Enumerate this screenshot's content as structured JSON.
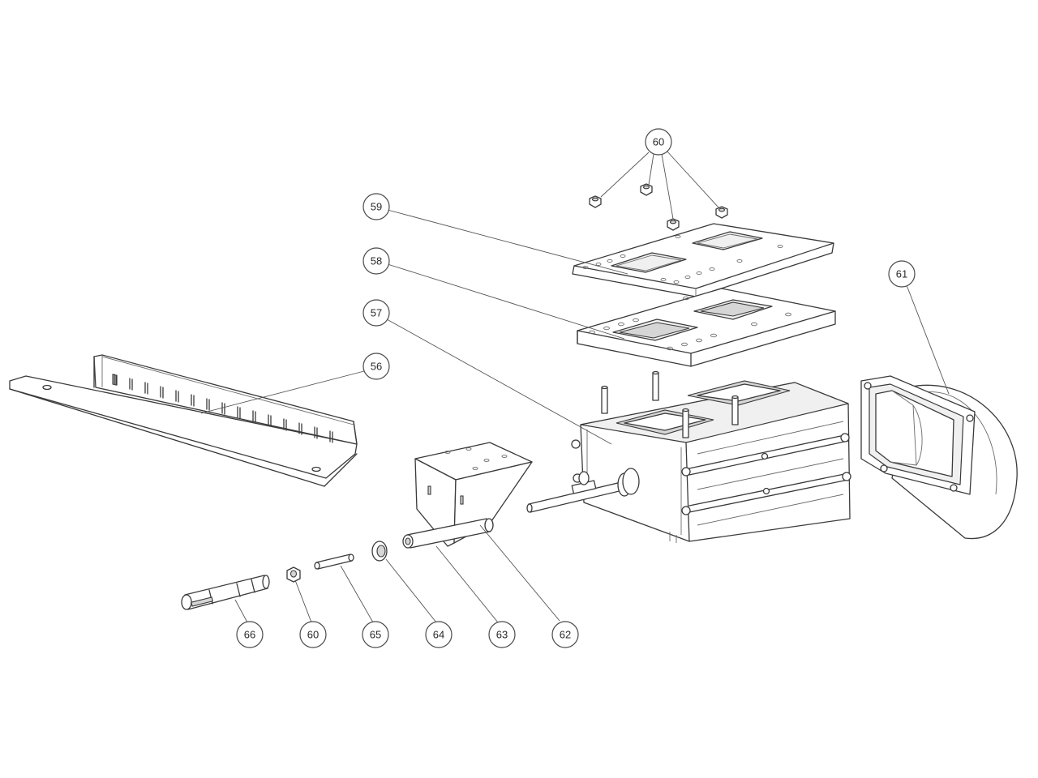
{
  "callouts": {
    "c56": "56",
    "c57": "57",
    "c58": "58",
    "c59": "59",
    "c60_top": "60",
    "c60_bottom": "60",
    "c61": "61",
    "c62": "62",
    "c63": "63",
    "c64": "64",
    "c65": "65",
    "c66": "66"
  },
  "parts": [
    {
      "number": "56",
      "name": "slotted-rail"
    },
    {
      "number": "57",
      "name": "gearbox-housing"
    },
    {
      "number": "58",
      "name": "flange-plate"
    },
    {
      "number": "59",
      "name": "gasket-plate"
    },
    {
      "number": "60",
      "name": "hex-nut"
    },
    {
      "number": "61",
      "name": "chute-hood"
    },
    {
      "number": "62",
      "name": "mounting-bracket"
    },
    {
      "number": "63",
      "name": "shaft"
    },
    {
      "number": "64",
      "name": "bushing"
    },
    {
      "number": "65",
      "name": "pin"
    },
    {
      "number": "66",
      "name": "threaded-rod"
    }
  ]
}
